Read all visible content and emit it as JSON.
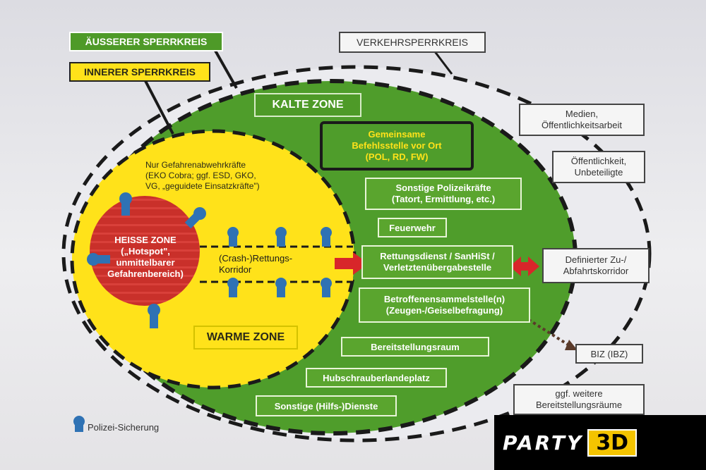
{
  "labels": {
    "outer_cordon": "ÄUSSERER SPERRKREIS",
    "inner_cordon": "INNERER SPERRKREIS",
    "traffic_cordon": "VERKEHRSPERRKREIS"
  },
  "zones": {
    "cold": "KALTE ZONE",
    "warm": "WARME ZONE",
    "hot": "HEISSE ZONE\n(„Hotspot\",\nunmittelbarer\nGefahrenbereich)"
  },
  "command_post": "Gemeinsame\nBefehlsstelle vor Ort\n(POL, RD, FW)",
  "warm_zone_note": "Nur Gefahrenabwehrkräfte\n(EKO Cobra; ggf. ESD, GKO,\nVG, „geguidete Einsatzkräfte\")",
  "corridor": "(Crash-)Rettungs-\nKorridor",
  "cold_zone_items": {
    "police": "Sonstige Polizeikräfte\n(Tatort, Ermittlung, etc.)",
    "fire": "Feuerwehr",
    "rescue": "Rettungsdienst / SanHiSt /\nVerletztenübergabestelle",
    "gathering": "Betroffenensammelstelle(n)\n(Zeugen-/Geiselbefragung)",
    "staging": "Bereitstellungsraum",
    "heli": "Hubschrauberlandeplatz",
    "other": "Sonstige (Hilfs-)Dienste"
  },
  "outside_items": {
    "media": "Medien,\nÖffentlichkeitsarbeit",
    "public": "Öffentlichkeit,\nUnbeteiligte",
    "access": "Definierter Zu-/\nAbfahrtskorridor",
    "biz": "BIZ (IBZ)",
    "more_staging": "ggf. weitere\nBereitstellungsräume"
  },
  "legend": {
    "police_security": "Polizei-Sicherung"
  },
  "watermark": {
    "party": "PARTY",
    "three_d": "3D"
  },
  "colors": {
    "green": "#4e9a28",
    "yellow": "#ffe21a",
    "red": "#c9302a",
    "police_blue": "#2f72b4",
    "arrow_red": "#d8262a"
  }
}
